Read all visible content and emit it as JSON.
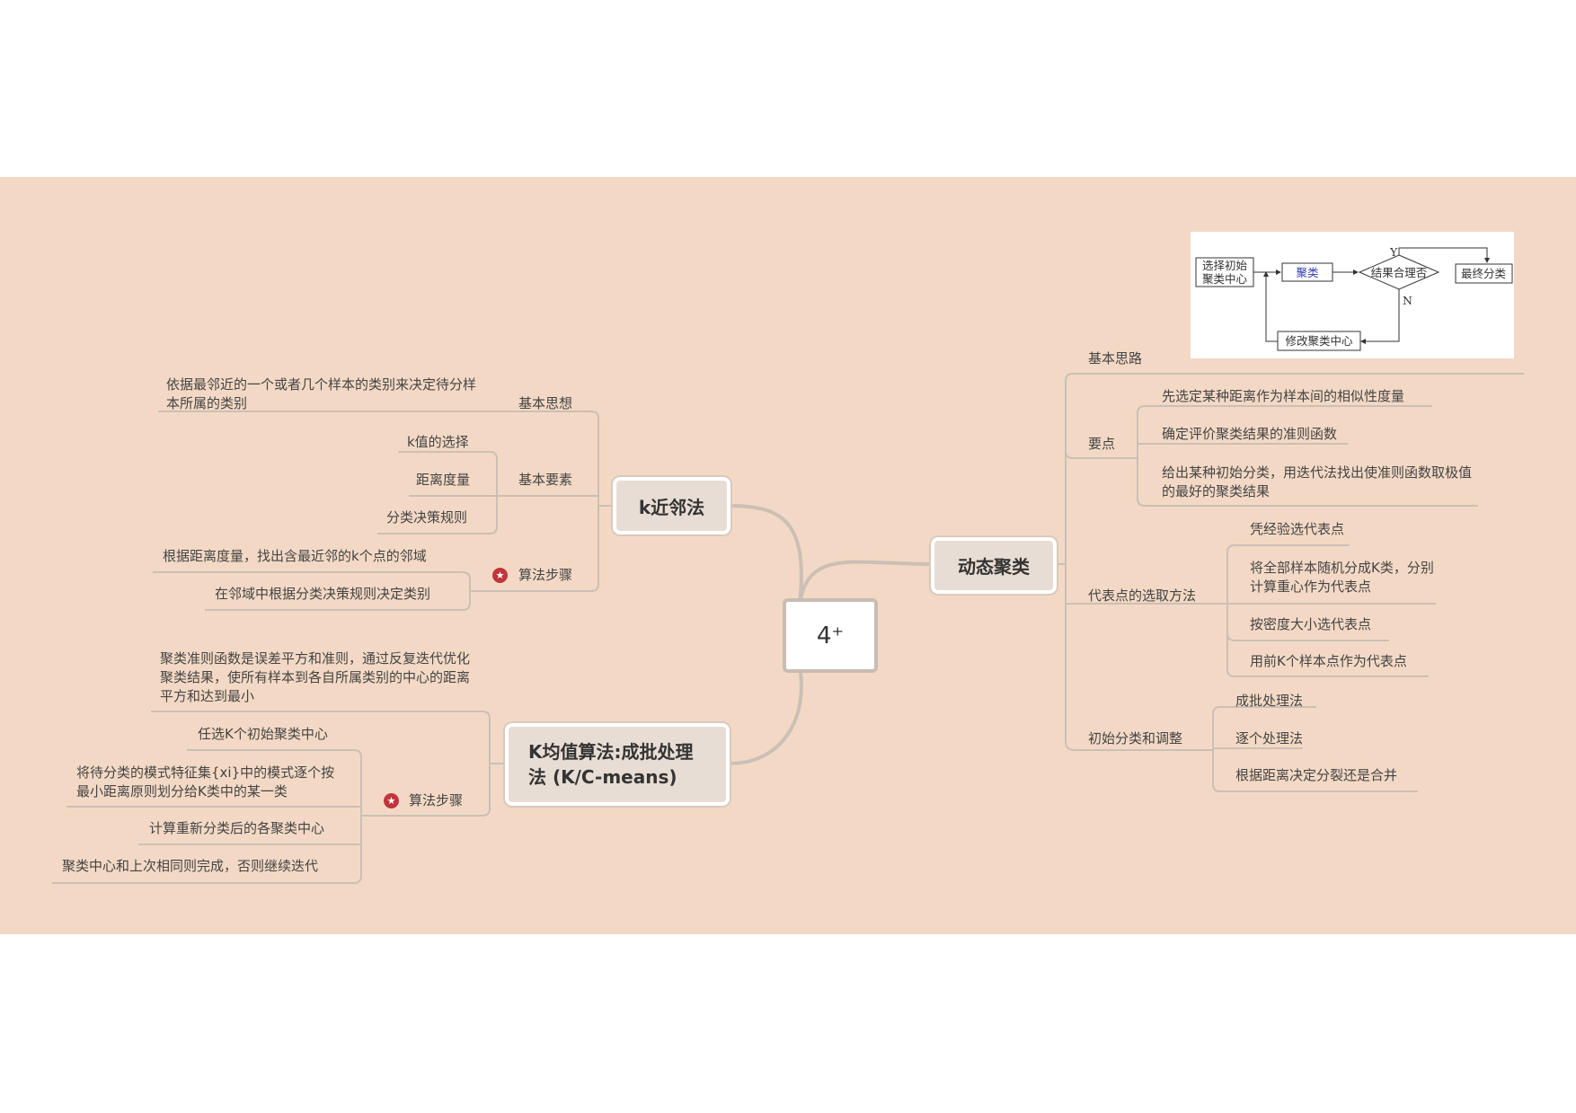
{
  "center": {
    "label": "4⁺"
  },
  "dynamic_clustering": {
    "title": "动态聚类",
    "basic_idea": {
      "label": "基本思路",
      "flowchart": {
        "start": "选择初始聚类中心",
        "start_line1": "选择初始",
        "start_line2": "聚类中心",
        "cluster": "聚类",
        "decision": "结果合理否",
        "yes": "Y",
        "no": "N",
        "final": "最终分类",
        "modify": "修改聚类中心"
      }
    },
    "key_points": {
      "label": "要点",
      "items": [
        "先选定某种距离作为样本间的相似性度量",
        "确定评价聚类结果的准则函数",
        "给出某种初始分类，用迭代法找出使准则函数取极值的最好的聚类结果"
      ]
    },
    "representative": {
      "label": "代表点的选取方法",
      "items": [
        "凭经验选代表点",
        "将全部样本随机分成K类，分别计算重心作为代表点",
        "按密度大小选代表点",
        "用前K个样本点作为代表点"
      ]
    },
    "initial": {
      "label": "初始分类和调整",
      "items": [
        "成批处理法",
        "逐个处理法",
        "根据距离决定分裂还是合并"
      ]
    }
  },
  "knn": {
    "title": "k近邻法",
    "basic_thought": {
      "label": "基本思想",
      "text": "依据最邻近的一个或者几个样本的类别来决定待分样本所属的类别"
    },
    "basic_elements": {
      "label": "基本要素",
      "items": [
        "k值的选择",
        "距离度量",
        "分类决策规则"
      ]
    },
    "steps": {
      "label": "算法步骤",
      "items": [
        "根据距离度量，找出含最近邻的k个点的邻域",
        "在邻域中根据分类决策规则决定类别"
      ]
    }
  },
  "kmeans": {
    "title": "K均值算法:成批处理法 (K/C-means)",
    "description": "聚类准则函数是误差平方和准则，通过反复迭代优化聚类结果，使所有样本到各自所属类别的中心的距离平方和达到最小",
    "steps": {
      "label": "算法步骤",
      "items": [
        "任选K个初始聚类中心",
        "将待分类的模式特征集{xi}中的模式逐个按最小距离原则划分给K类中的某一类",
        "计算重新分类后的各聚类中心",
        "聚类中心和上次相同则完成，否则继续迭代"
      ]
    }
  },
  "colors": {
    "background": "#f3d9c5",
    "node_fill": "#e8ddd4",
    "line": "#c9bcb2",
    "accent": "#c0353d"
  }
}
